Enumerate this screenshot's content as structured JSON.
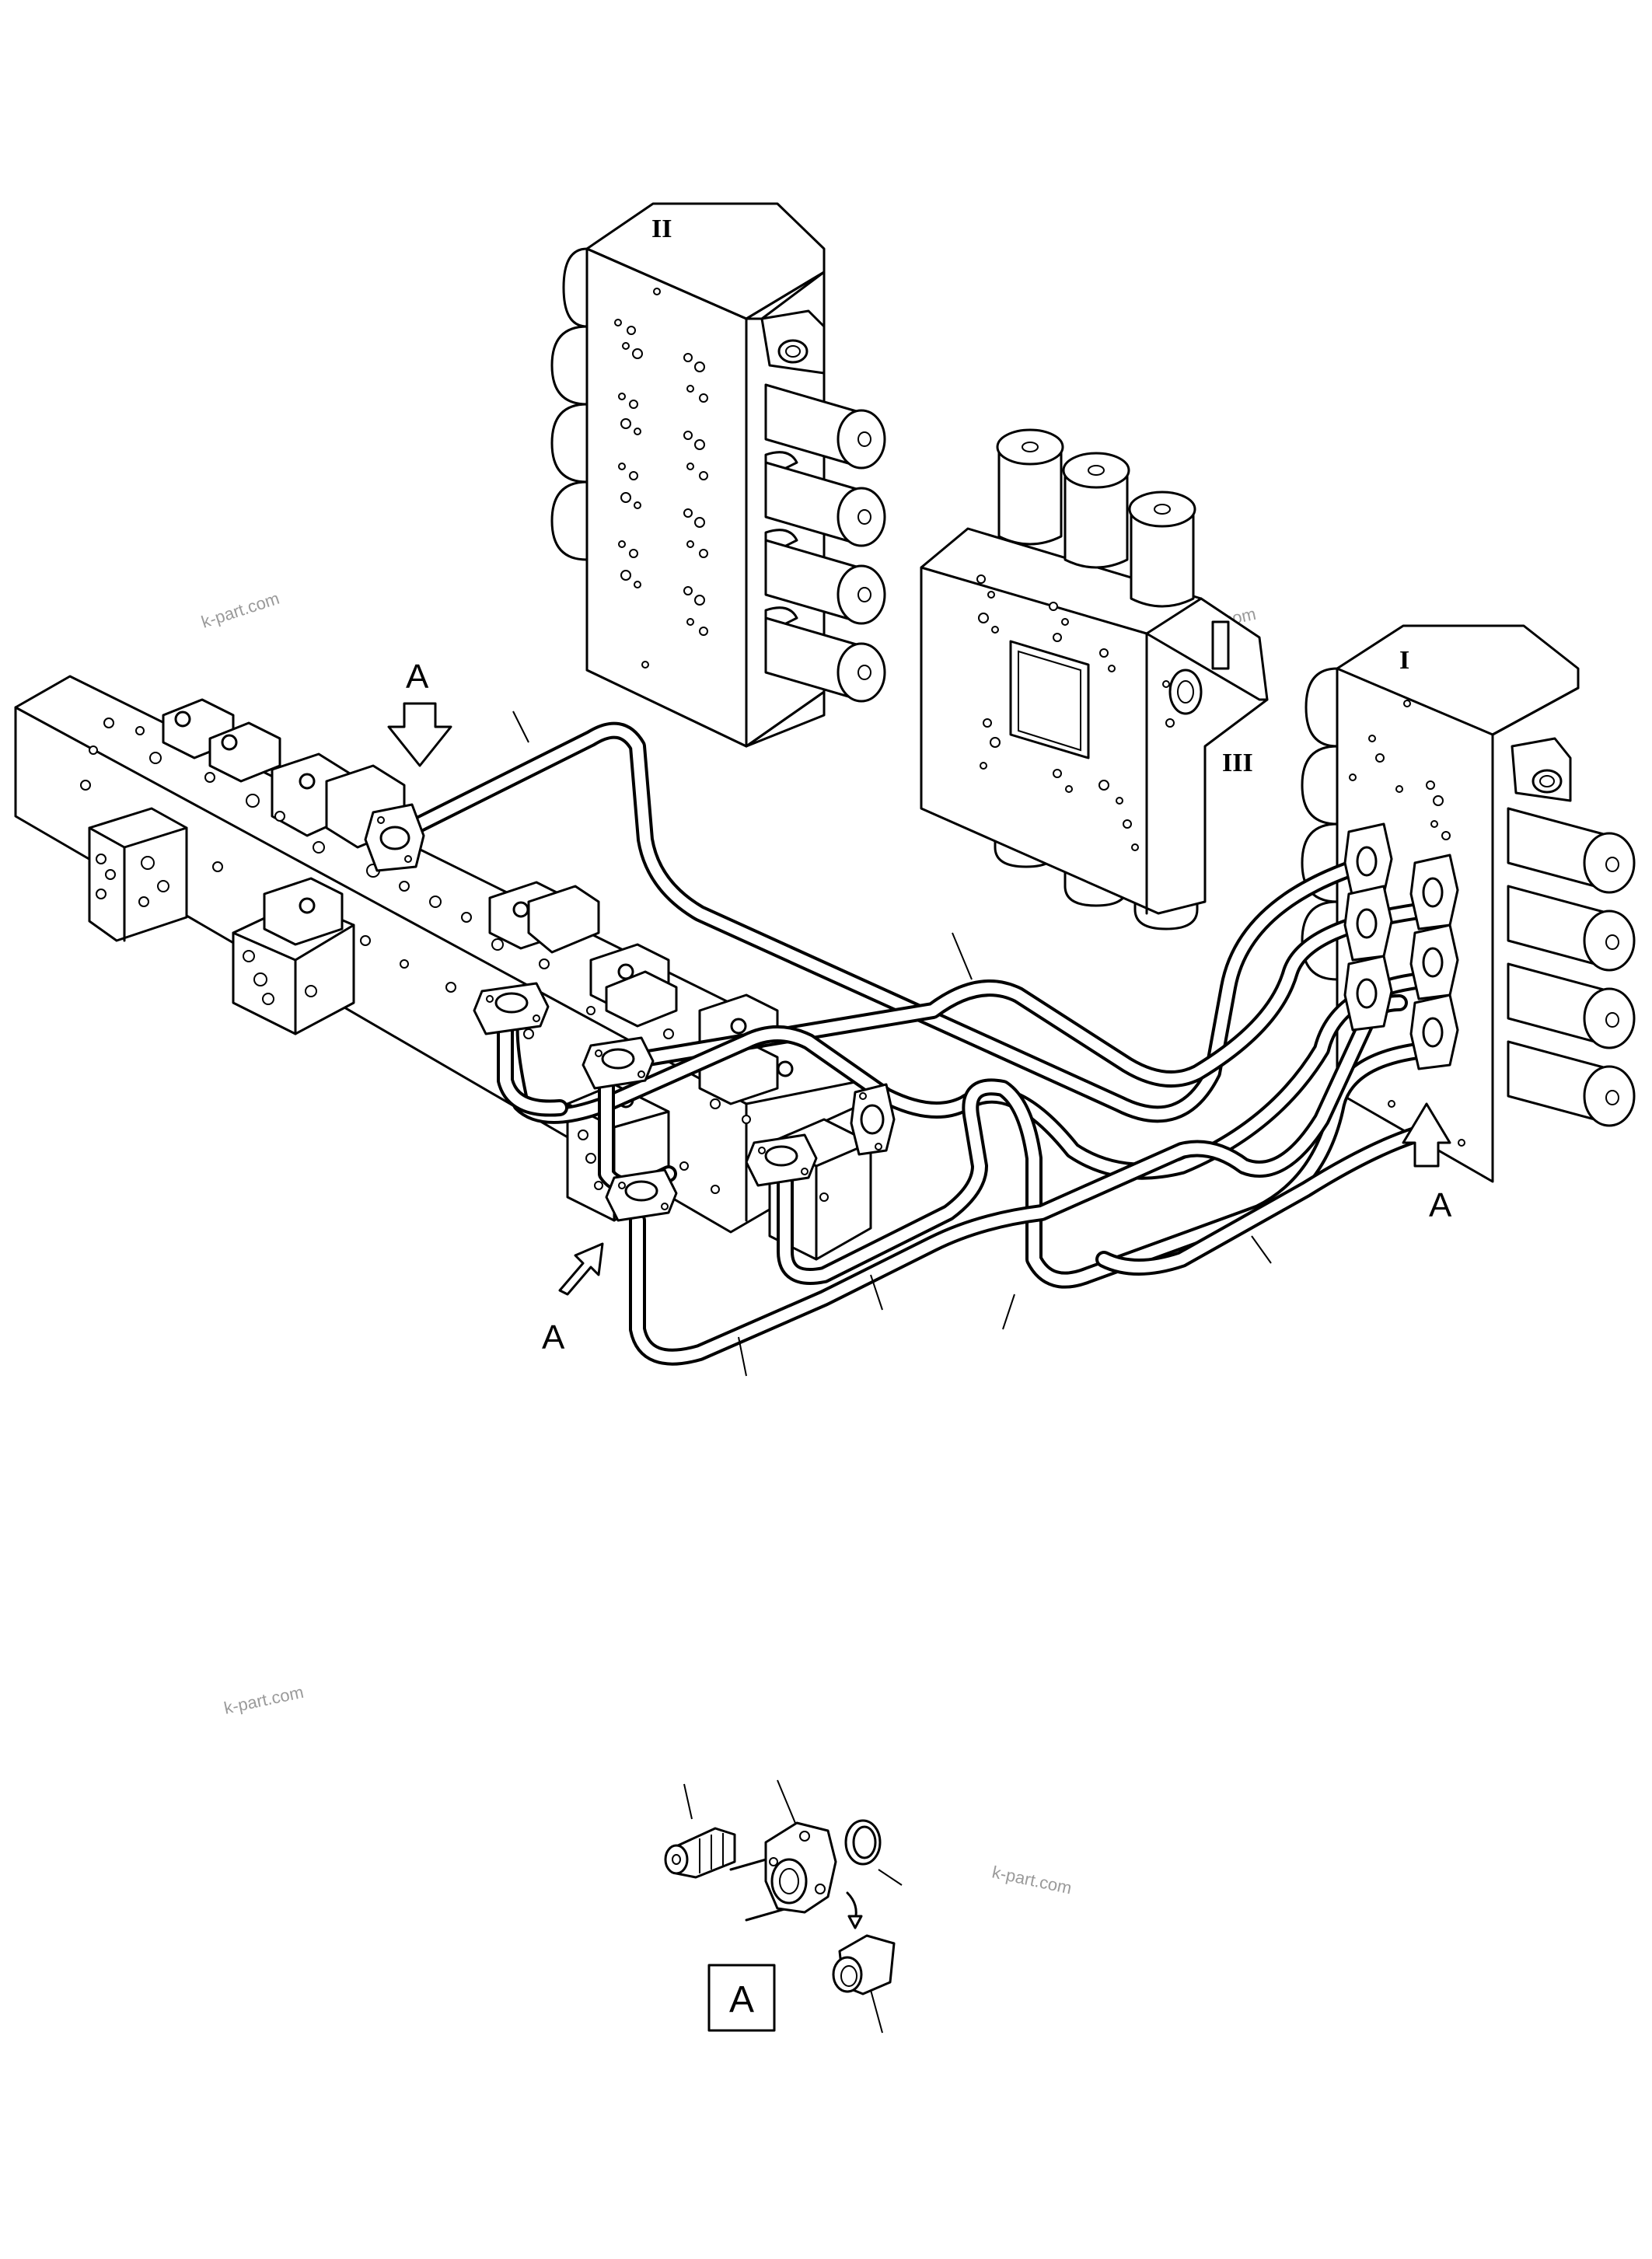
{
  "callouts": {
    "view_a_top": "A",
    "view_a_right": "A",
    "view_a_bottom": "A",
    "detail_box": "A"
  },
  "valve_labels": {
    "valve_2": "II",
    "valve_3": "III",
    "valve_1": "I"
  },
  "watermarks": [
    "k-part.com",
    "k-part.com",
    "k-part.com",
    "k-part.com"
  ]
}
